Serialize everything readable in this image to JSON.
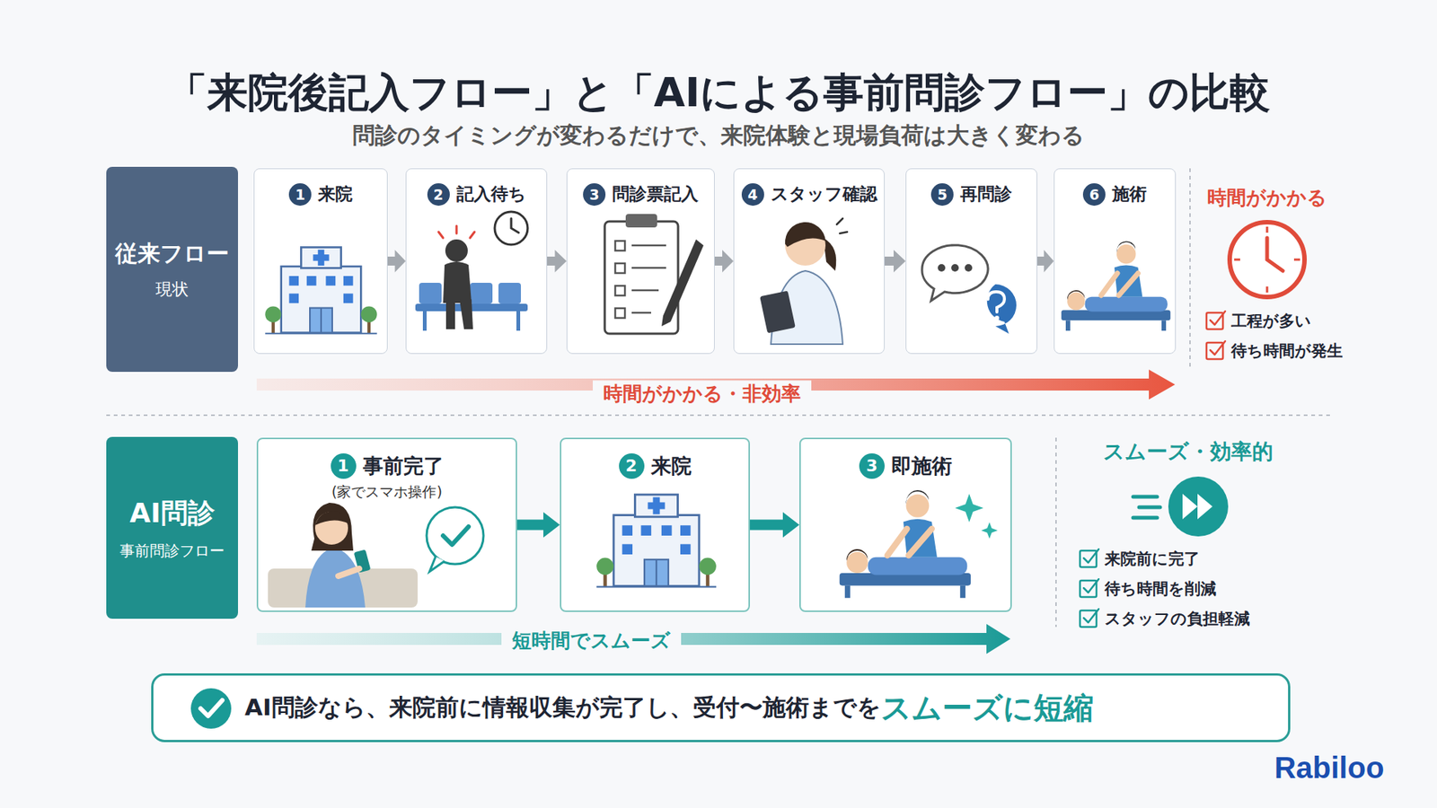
{
  "diagram": {
    "title": "「来院後記入フロー」と「AIによる事前問診フロー」の比較",
    "nodes": [
      {
        "text": [
          "従来フロー",
          "現状"
        ]
      },
      {
        "text": [
          "1",
          "来院"
        ]
      },
      {
        "text": [
          "2",
          "記入待ち"
        ]
      },
      {
        "text": [
          "3",
          "問診票記入"
        ]
      },
      {
        "text": [
          "4",
          "スタッフ確認"
        ]
      },
      {
        "text": [
          "5",
          "再問診"
        ]
      },
      {
        "text": [
          "6",
          "施術"
        ]
      },
      {
        "text": [
          "AI問診",
          "事前問診フロー"
        ]
      },
      {
        "text": [
          "1",
          "事前完了",
          "(家でスマホ操作)"
        ]
      },
      {
        "text": [
          "2",
          "来院"
        ]
      },
      {
        "text": [
          "3",
          "即施術"
        ]
      },
      {
        "text": [
          "AI問診なら、来院前に情報収集が完了し、受付〜施術までを",
          "スムーズに短縮"
        ]
      }
    ],
    "edges": [
      {
        "from": 1,
        "to": 2,
        "arrow": "to"
      },
      {
        "from": 2,
        "to": 3,
        "arrow": "to"
      },
      {
        "from": 3,
        "to": 4,
        "arrow": "to"
      },
      {
        "from": 4,
        "to": 5,
        "arrow": "to"
      },
      {
        "from": 5,
        "to": 6,
        "arrow": "to"
      },
      {
        "from": 8,
        "to": 9,
        "arrow": "to"
      },
      {
        "from": 9,
        "to": 10,
        "arrow": "to"
      }
    ],
    "labels": [
      "問診のタイミングが変わるだけで、来院体験と現場負荷は大きく変わる",
      "時間がかかる・非効率",
      "時間がかかる",
      "工程が多い",
      "待ち時間が発生",
      "短時間でスムーズ",
      "スムーズ・効率的",
      "来院前に完了",
      "待ち時間を削減",
      "スタッフの負担軽減",
      "Rabiloo"
    ]
  }
}
